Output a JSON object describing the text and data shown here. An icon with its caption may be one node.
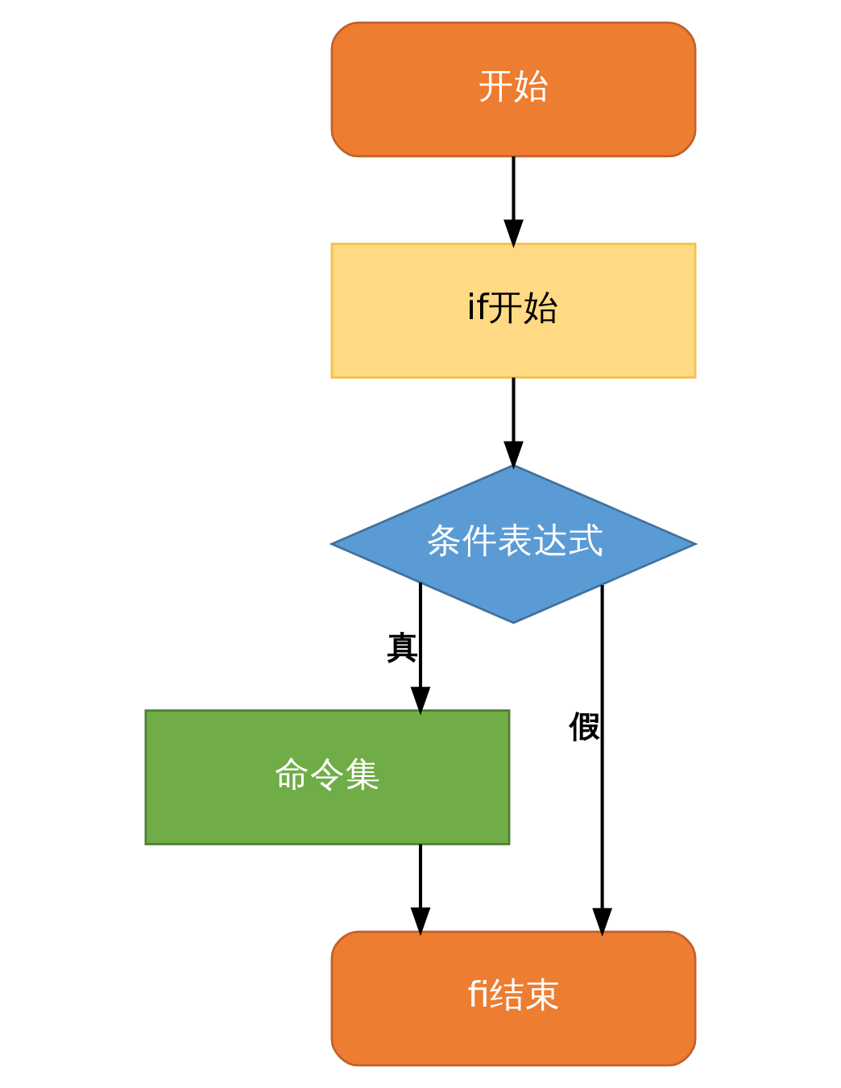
{
  "diagram": {
    "nodes": [
      {
        "text": [
          "开始"
        ]
      },
      {
        "text": [
          "if开始"
        ]
      },
      {
        "text": [
          "条件表达式"
        ]
      },
      {
        "text": [
          "命令集"
        ]
      },
      {
        "text": [
          "fi结束"
        ]
      }
    ],
    "edges": [
      {
        "from": 0,
        "to": 1,
        "arrow": "to"
      },
      {
        "from": 1,
        "to": 2,
        "arrow": "to"
      },
      {
        "from": 2,
        "to": 3,
        "arrow": "to",
        "label": "真"
      },
      {
        "from": 2,
        "to": 4,
        "arrow": "to",
        "label": "假"
      },
      {
        "from": 3,
        "to": 4,
        "arrow": "to"
      }
    ]
  }
}
